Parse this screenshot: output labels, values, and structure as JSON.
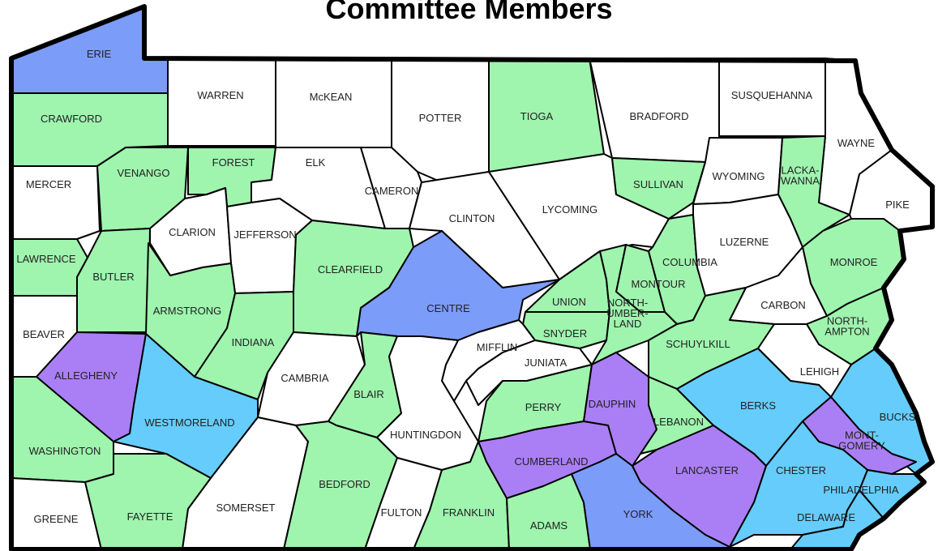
{
  "title": "Committee Members",
  "colors": {
    "white": "#ffffff",
    "green": "#9ff4ae",
    "blue": "#7c9cfa",
    "cyan": "#66ccfb",
    "purple": "#aa7ff5"
  },
  "counties": [
    {
      "id": "erie",
      "label": "ERIE",
      "color": "blue"
    },
    {
      "id": "crawford",
      "label": "CRAWFORD",
      "color": "green"
    },
    {
      "id": "warren",
      "label": "WARREN",
      "color": "white"
    },
    {
      "id": "mckean",
      "label": "McKEAN",
      "color": "white"
    },
    {
      "id": "potter",
      "label": "POTTER",
      "color": "white"
    },
    {
      "id": "tioga",
      "label": "TIOGA",
      "color": "green"
    },
    {
      "id": "bradford",
      "label": "BRADFORD",
      "color": "white"
    },
    {
      "id": "susquehanna",
      "label": "SUSQUEHANNA",
      "color": "white"
    },
    {
      "id": "wayne",
      "label": "WAYNE",
      "color": "white"
    },
    {
      "id": "pike",
      "label": "PIKE",
      "color": "white"
    },
    {
      "id": "mercer",
      "label": "MERCER",
      "color": "white"
    },
    {
      "id": "venango",
      "label": "VENANGO",
      "color": "green"
    },
    {
      "id": "forest",
      "label": "FOREST",
      "color": "green"
    },
    {
      "id": "elk",
      "label": "ELK",
      "color": "white"
    },
    {
      "id": "cameron",
      "label": "CAMERON",
      "color": "white"
    },
    {
      "id": "clinton",
      "label": "CLINTON",
      "color": "white"
    },
    {
      "id": "lycoming",
      "label": "LYCOMING",
      "color": "white"
    },
    {
      "id": "sullivan",
      "label": "SULLIVAN",
      "color": "green"
    },
    {
      "id": "wyoming",
      "label": "WYOMING",
      "color": "white"
    },
    {
      "id": "lackawanna",
      "label": "LACKA-\nWANNA",
      "color": "green"
    },
    {
      "id": "lawrence",
      "label": "LAWRENCE",
      "color": "green"
    },
    {
      "id": "butler",
      "label": "BUTLER",
      "color": "green"
    },
    {
      "id": "clarion",
      "label": "CLARION",
      "color": "white"
    },
    {
      "id": "jefferson",
      "label": "JEFFERSON",
      "color": "white"
    },
    {
      "id": "clearfield",
      "label": "CLEARFIELD",
      "color": "green"
    },
    {
      "id": "centre",
      "label": "CENTRE",
      "color": "blue"
    },
    {
      "id": "union",
      "label": "UNION",
      "color": "green"
    },
    {
      "id": "montour",
      "label": "MONTOUR",
      "color": "green"
    },
    {
      "id": "columbia",
      "label": "COLUMBIA",
      "color": "green"
    },
    {
      "id": "luzerne",
      "label": "LUZERNE",
      "color": "white"
    },
    {
      "id": "monroe",
      "label": "MONROE",
      "color": "green"
    },
    {
      "id": "beaver",
      "label": "BEAVER",
      "color": "white"
    },
    {
      "id": "armstrong",
      "label": "ARMSTRONG",
      "color": "green"
    },
    {
      "id": "indiana",
      "label": "INDIANA",
      "color": "green"
    },
    {
      "id": "snyder",
      "label": "SNYDER",
      "color": "green"
    },
    {
      "id": "northumberland",
      "label": "NORTH-\nUMBER-\nLAND",
      "color": "green"
    },
    {
      "id": "carbon",
      "label": "CARBON",
      "color": "white"
    },
    {
      "id": "northampton",
      "label": "NORTH-\nAMPTON",
      "color": "green"
    },
    {
      "id": "allegheny",
      "label": "ALLEGHENY",
      "color": "purple"
    },
    {
      "id": "mifflin",
      "label": "MIFFLIN",
      "color": "white"
    },
    {
      "id": "juniata",
      "label": "JUNIATA",
      "color": "white"
    },
    {
      "id": "schuylkill",
      "label": "SCHUYLKILL",
      "color": "green"
    },
    {
      "id": "lehigh",
      "label": "LEHIGH",
      "color": "white"
    },
    {
      "id": "cambria",
      "label": "CAMBRIA",
      "color": "white"
    },
    {
      "id": "blair",
      "label": "BLAIR",
      "color": "green"
    },
    {
      "id": "westmoreland",
      "label": "WESTMORELAND",
      "color": "cyan"
    },
    {
      "id": "perry",
      "label": "PERRY",
      "color": "green"
    },
    {
      "id": "dauphin",
      "label": "DAUPHIN",
      "color": "purple"
    },
    {
      "id": "lebanon",
      "label": "LEBANON",
      "color": "green"
    },
    {
      "id": "berks",
      "label": "BERKS",
      "color": "cyan"
    },
    {
      "id": "bucks",
      "label": "BUCKS",
      "color": "cyan"
    },
    {
      "id": "washington",
      "label": "WASHINGTON",
      "color": "green"
    },
    {
      "id": "huntingdon",
      "label": "HUNTINGDON",
      "color": "white"
    },
    {
      "id": "montgomery",
      "label": "MONT-\nGOMERY",
      "color": "purple"
    },
    {
      "id": "cumberland",
      "label": "CUMBERLAND",
      "color": "purple"
    },
    {
      "id": "lancaster",
      "label": "LANCASTER",
      "color": "purple"
    },
    {
      "id": "chester",
      "label": "CHESTER",
      "color": "cyan"
    },
    {
      "id": "philadelphia",
      "label": "PHILADELPHIA",
      "color": "cyan"
    },
    {
      "id": "greene",
      "label": "GREENE",
      "color": "white"
    },
    {
      "id": "fayette",
      "label": "FAYETTE",
      "color": "green"
    },
    {
      "id": "somerset",
      "label": "SOMERSET",
      "color": "white"
    },
    {
      "id": "bedford",
      "label": "BEDFORD",
      "color": "green"
    },
    {
      "id": "fulton",
      "label": "FULTON",
      "color": "white"
    },
    {
      "id": "franklin",
      "label": "FRANKLIN",
      "color": "green"
    },
    {
      "id": "adams",
      "label": "ADAMS",
      "color": "green"
    },
    {
      "id": "york",
      "label": "YORK",
      "color": "blue"
    },
    {
      "id": "delaware",
      "label": "DELAWARE",
      "color": "cyan"
    }
  ]
}
